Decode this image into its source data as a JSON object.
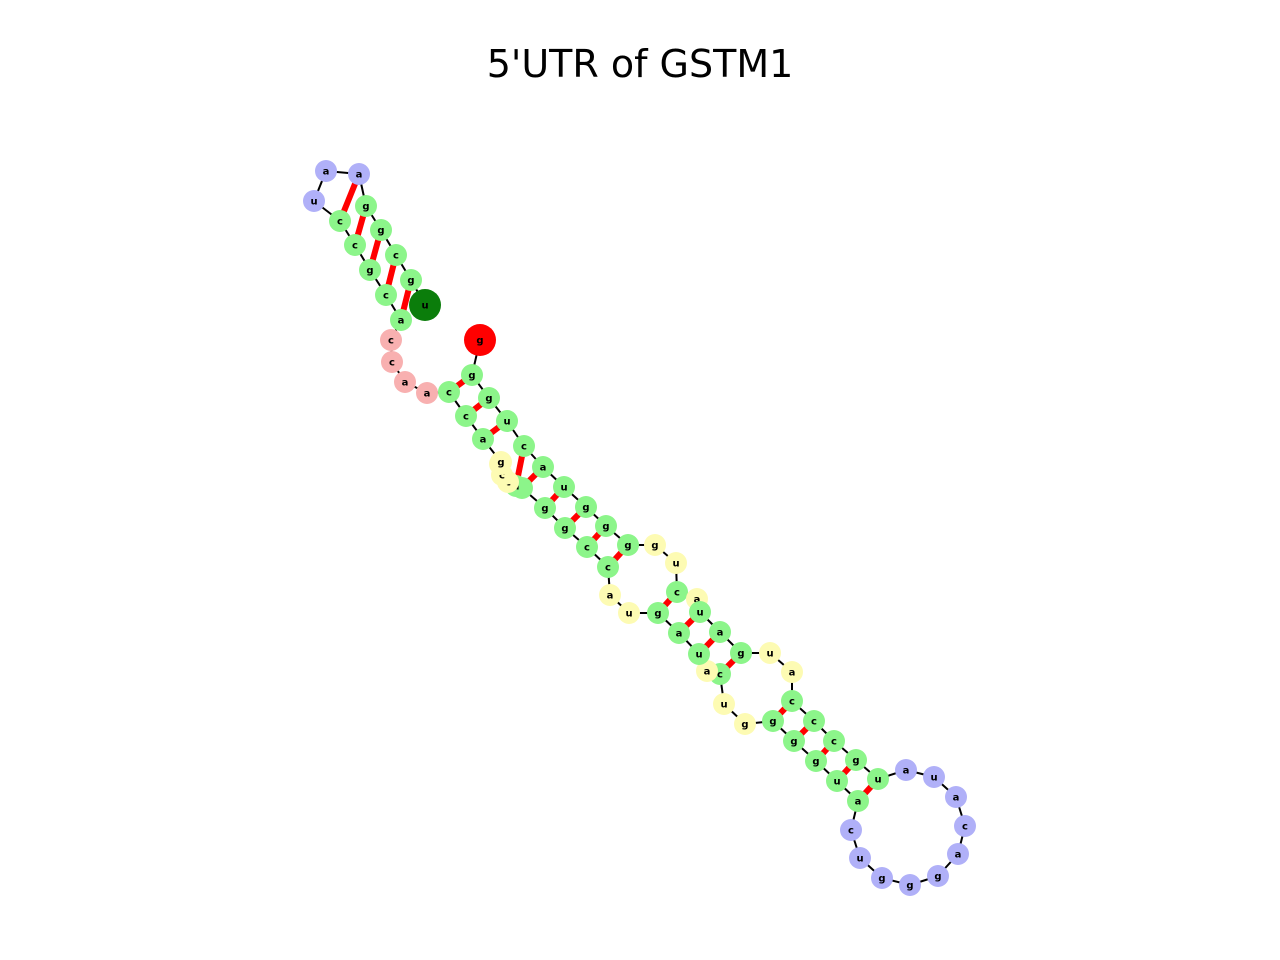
{
  "title": "5'UTR of GSTM1",
  "colors": {
    "stem": "#8cf58a",
    "hairpin_loop": "#b0b0f8",
    "interior_loop": "#fdfbb3",
    "external": "#f8b0b0",
    "five_prime_end": "#ff0000",
    "three_prime_end": "#0b7d0b",
    "pair_line": "#ff0000",
    "backbone": "#000000"
  },
  "nucleotides": [
    {
      "base": "g",
      "region": "five_prime_end"
    },
    {
      "base": "g",
      "region": "stem"
    },
    {
      "base": "g",
      "region": "stem"
    },
    {
      "base": "u",
      "region": "stem"
    },
    {
      "base": "c",
      "region": "stem"
    },
    {
      "base": "a",
      "region": "stem"
    },
    {
      "base": "u",
      "region": "stem"
    },
    {
      "base": "g",
      "region": "stem"
    },
    {
      "base": "g",
      "region": "stem"
    },
    {
      "base": "g",
      "region": "stem"
    },
    {
      "base": "g",
      "region": "interior_loop"
    },
    {
      "base": "u",
      "region": "interior_loop"
    },
    {
      "base": "c",
      "region": "stem"
    },
    {
      "base": "a",
      "region": "interior_loop"
    },
    {
      "base": "u",
      "region": "stem"
    },
    {
      "base": "a",
      "region": "stem"
    },
    {
      "base": "g",
      "region": "stem"
    },
    {
      "base": "u",
      "region": "interior_loop"
    },
    {
      "base": "a",
      "region": "interior_loop"
    },
    {
      "base": "c",
      "region": "stem"
    },
    {
      "base": "c",
      "region": "stem"
    },
    {
      "base": "c",
      "region": "stem"
    },
    {
      "base": "g",
      "region": "stem"
    },
    {
      "base": "u",
      "region": "stem"
    },
    {
      "base": "a",
      "region": "hairpin_loop"
    },
    {
      "base": "u",
      "region": "hairpin_loop"
    },
    {
      "base": "a",
      "region": "hairpin_loop"
    },
    {
      "base": "c",
      "region": "hairpin_loop"
    },
    {
      "base": "a",
      "region": "hairpin_loop"
    },
    {
      "base": "g",
      "region": "hairpin_loop"
    },
    {
      "base": "g",
      "region": "hairpin_loop"
    },
    {
      "base": "g",
      "region": "hairpin_loop"
    },
    {
      "base": "u",
      "region": "hairpin_loop"
    },
    {
      "base": "c",
      "region": "hairpin_loop"
    },
    {
      "base": "a",
      "region": "stem"
    },
    {
      "base": "u",
      "region": "stem"
    },
    {
      "base": "g",
      "region": "stem"
    },
    {
      "base": "g",
      "region": "stem"
    },
    {
      "base": "g",
      "region": "stem"
    },
    {
      "base": "g",
      "region": "interior_loop"
    },
    {
      "base": "u",
      "region": "interior_loop"
    },
    {
      "base": "c",
      "region": "stem"
    },
    {
      "base": "a",
      "region": "interior_loop"
    },
    {
      "base": "u",
      "region": "stem"
    },
    {
      "base": "a",
      "region": "stem"
    },
    {
      "base": "g",
      "region": "stem"
    },
    {
      "base": "u",
      "region": "interior_loop"
    },
    {
      "base": "a",
      "region": "interior_loop"
    },
    {
      "base": "c",
      "region": "stem"
    },
    {
      "base": "c",
      "region": "stem"
    },
    {
      "base": "g",
      "region": "stem"
    },
    {
      "base": "g",
      "region": "stem"
    },
    {
      "base": "u",
      "region": "stem"
    },
    {
      "base": "a",
      "region": "stem"
    },
    {
      "base": "c",
      "region": "interior_loop"
    },
    {
      "base": "c",
      "region": "interior_loop"
    },
    {
      "base": "a",
      "region": "interior_loop"
    },
    {
      "base": "g",
      "region": "interior_loop"
    },
    {
      "base": "a",
      "region": "stem"
    },
    {
      "base": "c",
      "region": "stem"
    },
    {
      "base": "c",
      "region": "stem"
    },
    {
      "base": "a",
      "region": "external"
    },
    {
      "base": "a",
      "region": "external"
    },
    {
      "base": "c",
      "region": "external"
    },
    {
      "base": "c",
      "region": "external"
    },
    {
      "base": "a",
      "region": "stem"
    },
    {
      "base": "c",
      "region": "stem"
    },
    {
      "base": "g",
      "region": "stem"
    },
    {
      "base": "c",
      "region": "stem"
    },
    {
      "base": "c",
      "region": "stem"
    },
    {
      "base": "u",
      "region": "hairpin_loop"
    },
    {
      "base": "a",
      "region": "hairpin_loop"
    },
    {
      "base": "a",
      "region": "hairpin_loop"
    },
    {
      "base": "g",
      "region": "stem"
    },
    {
      "base": "g",
      "region": "stem"
    },
    {
      "base": "c",
      "region": "stem"
    },
    {
      "base": "g",
      "region": "stem"
    },
    {
      "base": "u",
      "region": "three_prime_end"
    }
  ],
  "pairs": [
    [
      1,
      60
    ],
    [
      2,
      59
    ],
    [
      3,
      58
    ],
    [
      4,
      53
    ],
    [
      5,
      52
    ],
    [
      6,
      51
    ],
    [
      7,
      50
    ],
    [
      8,
      49
    ],
    [
      9,
      48
    ],
    [
      12,
      45
    ],
    [
      14,
      44
    ],
    [
      15,
      43
    ],
    [
      16,
      41
    ],
    [
      19,
      38
    ],
    [
      20,
      37
    ],
    [
      21,
      36
    ],
    [
      22,
      35
    ],
    [
      23,
      34
    ],
    [
      65,
      76
    ],
    [
      66,
      75
    ],
    [
      67,
      74
    ],
    [
      68,
      73
    ],
    [
      69,
      72
    ]
  ]
}
